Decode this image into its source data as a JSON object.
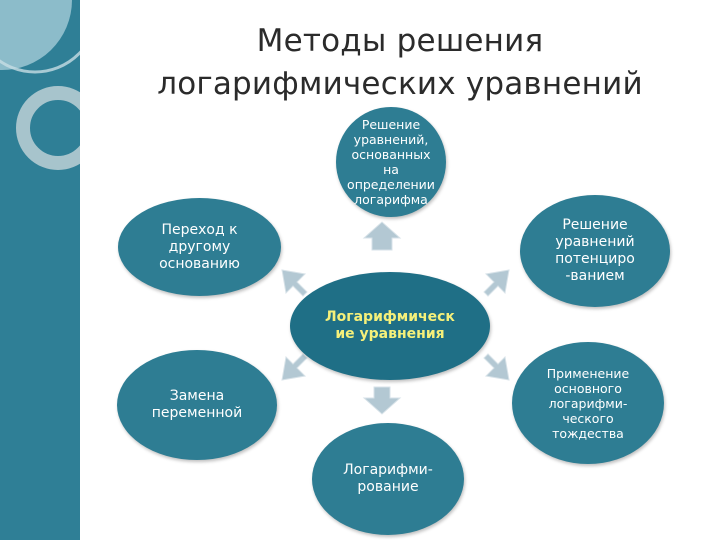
{
  "title": {
    "line1": "Методы решения",
    "line2": "логарифмических уравнений"
  },
  "center": {
    "line1": "Логарифмическ",
    "line2": "ие уравнения"
  },
  "nodes": {
    "definition": [
      "Решение",
      "уравнений,",
      "основанных",
      "на",
      "определении",
      "логарифма"
    ],
    "potentiation": [
      "Решение",
      "уравнений",
      "потенциро",
      "-ванием"
    ],
    "identity": [
      "Применение",
      "основного",
      "логарифми-",
      "ческого",
      "тождества"
    ],
    "logarithmization": [
      "Логарифми-",
      "рование"
    ],
    "substitution": [
      "Замена",
      "переменной"
    ],
    "base_change": [
      "Переход к",
      "другому",
      "основанию"
    ]
  },
  "colors": {
    "sidebar": "#2f7f96",
    "node": "#2e7d93",
    "center_node": "#1f6f86",
    "center_text": "#f5f07a",
    "arrow": "#b3c8d3",
    "title_text": "#2b2b2b"
  },
  "icons": [
    "arrow-icon"
  ]
}
